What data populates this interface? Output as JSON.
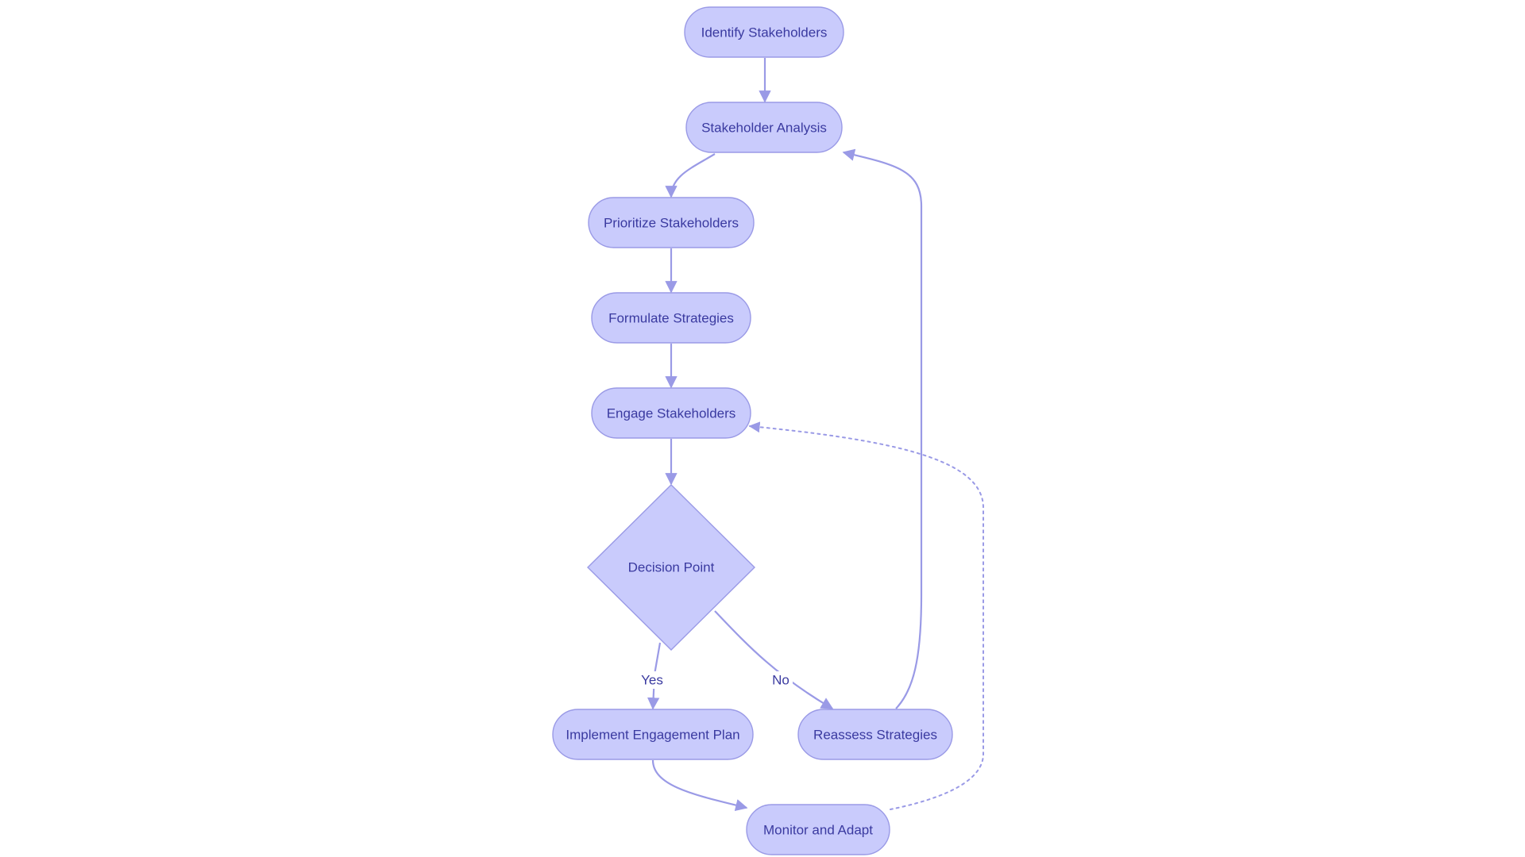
{
  "colors": {
    "node_fill": "#c9cbfc",
    "node_stroke": "#9a9ae6",
    "edge": "#9a9ae6",
    "text": "#3a3aa0"
  },
  "nodes": {
    "identify": {
      "label": "Identify Stakeholders",
      "shape": "rounded-rect"
    },
    "analysis": {
      "label": "Stakeholder Analysis",
      "shape": "rounded-rect"
    },
    "prioritize": {
      "label": "Prioritize Stakeholders",
      "shape": "rounded-rect"
    },
    "formulate": {
      "label": "Formulate Strategies",
      "shape": "rounded-rect"
    },
    "engage": {
      "label": "Engage Stakeholders",
      "shape": "rounded-rect"
    },
    "decision": {
      "label": "Decision Point",
      "shape": "diamond"
    },
    "implement": {
      "label": "Implement Engagement Plan",
      "shape": "rounded-rect"
    },
    "reassess": {
      "label": "Reassess Strategies",
      "shape": "rounded-rect"
    },
    "monitor": {
      "label": "Monitor and Adapt",
      "shape": "rounded-rect"
    }
  },
  "edges": [
    {
      "from": "identify",
      "to": "analysis",
      "label": "",
      "style": "solid"
    },
    {
      "from": "analysis",
      "to": "prioritize",
      "label": "",
      "style": "solid"
    },
    {
      "from": "prioritize",
      "to": "formulate",
      "label": "",
      "style": "solid"
    },
    {
      "from": "formulate",
      "to": "engage",
      "label": "",
      "style": "solid"
    },
    {
      "from": "engage",
      "to": "decision",
      "label": "",
      "style": "solid"
    },
    {
      "from": "decision",
      "to": "implement",
      "label": "Yes",
      "style": "solid"
    },
    {
      "from": "decision",
      "to": "reassess",
      "label": "No",
      "style": "solid"
    },
    {
      "from": "reassess",
      "to": "analysis",
      "label": "",
      "style": "solid"
    },
    {
      "from": "implement",
      "to": "monitor",
      "label": "",
      "style": "solid"
    },
    {
      "from": "monitor",
      "to": "engage",
      "label": "",
      "style": "dotted"
    }
  ]
}
